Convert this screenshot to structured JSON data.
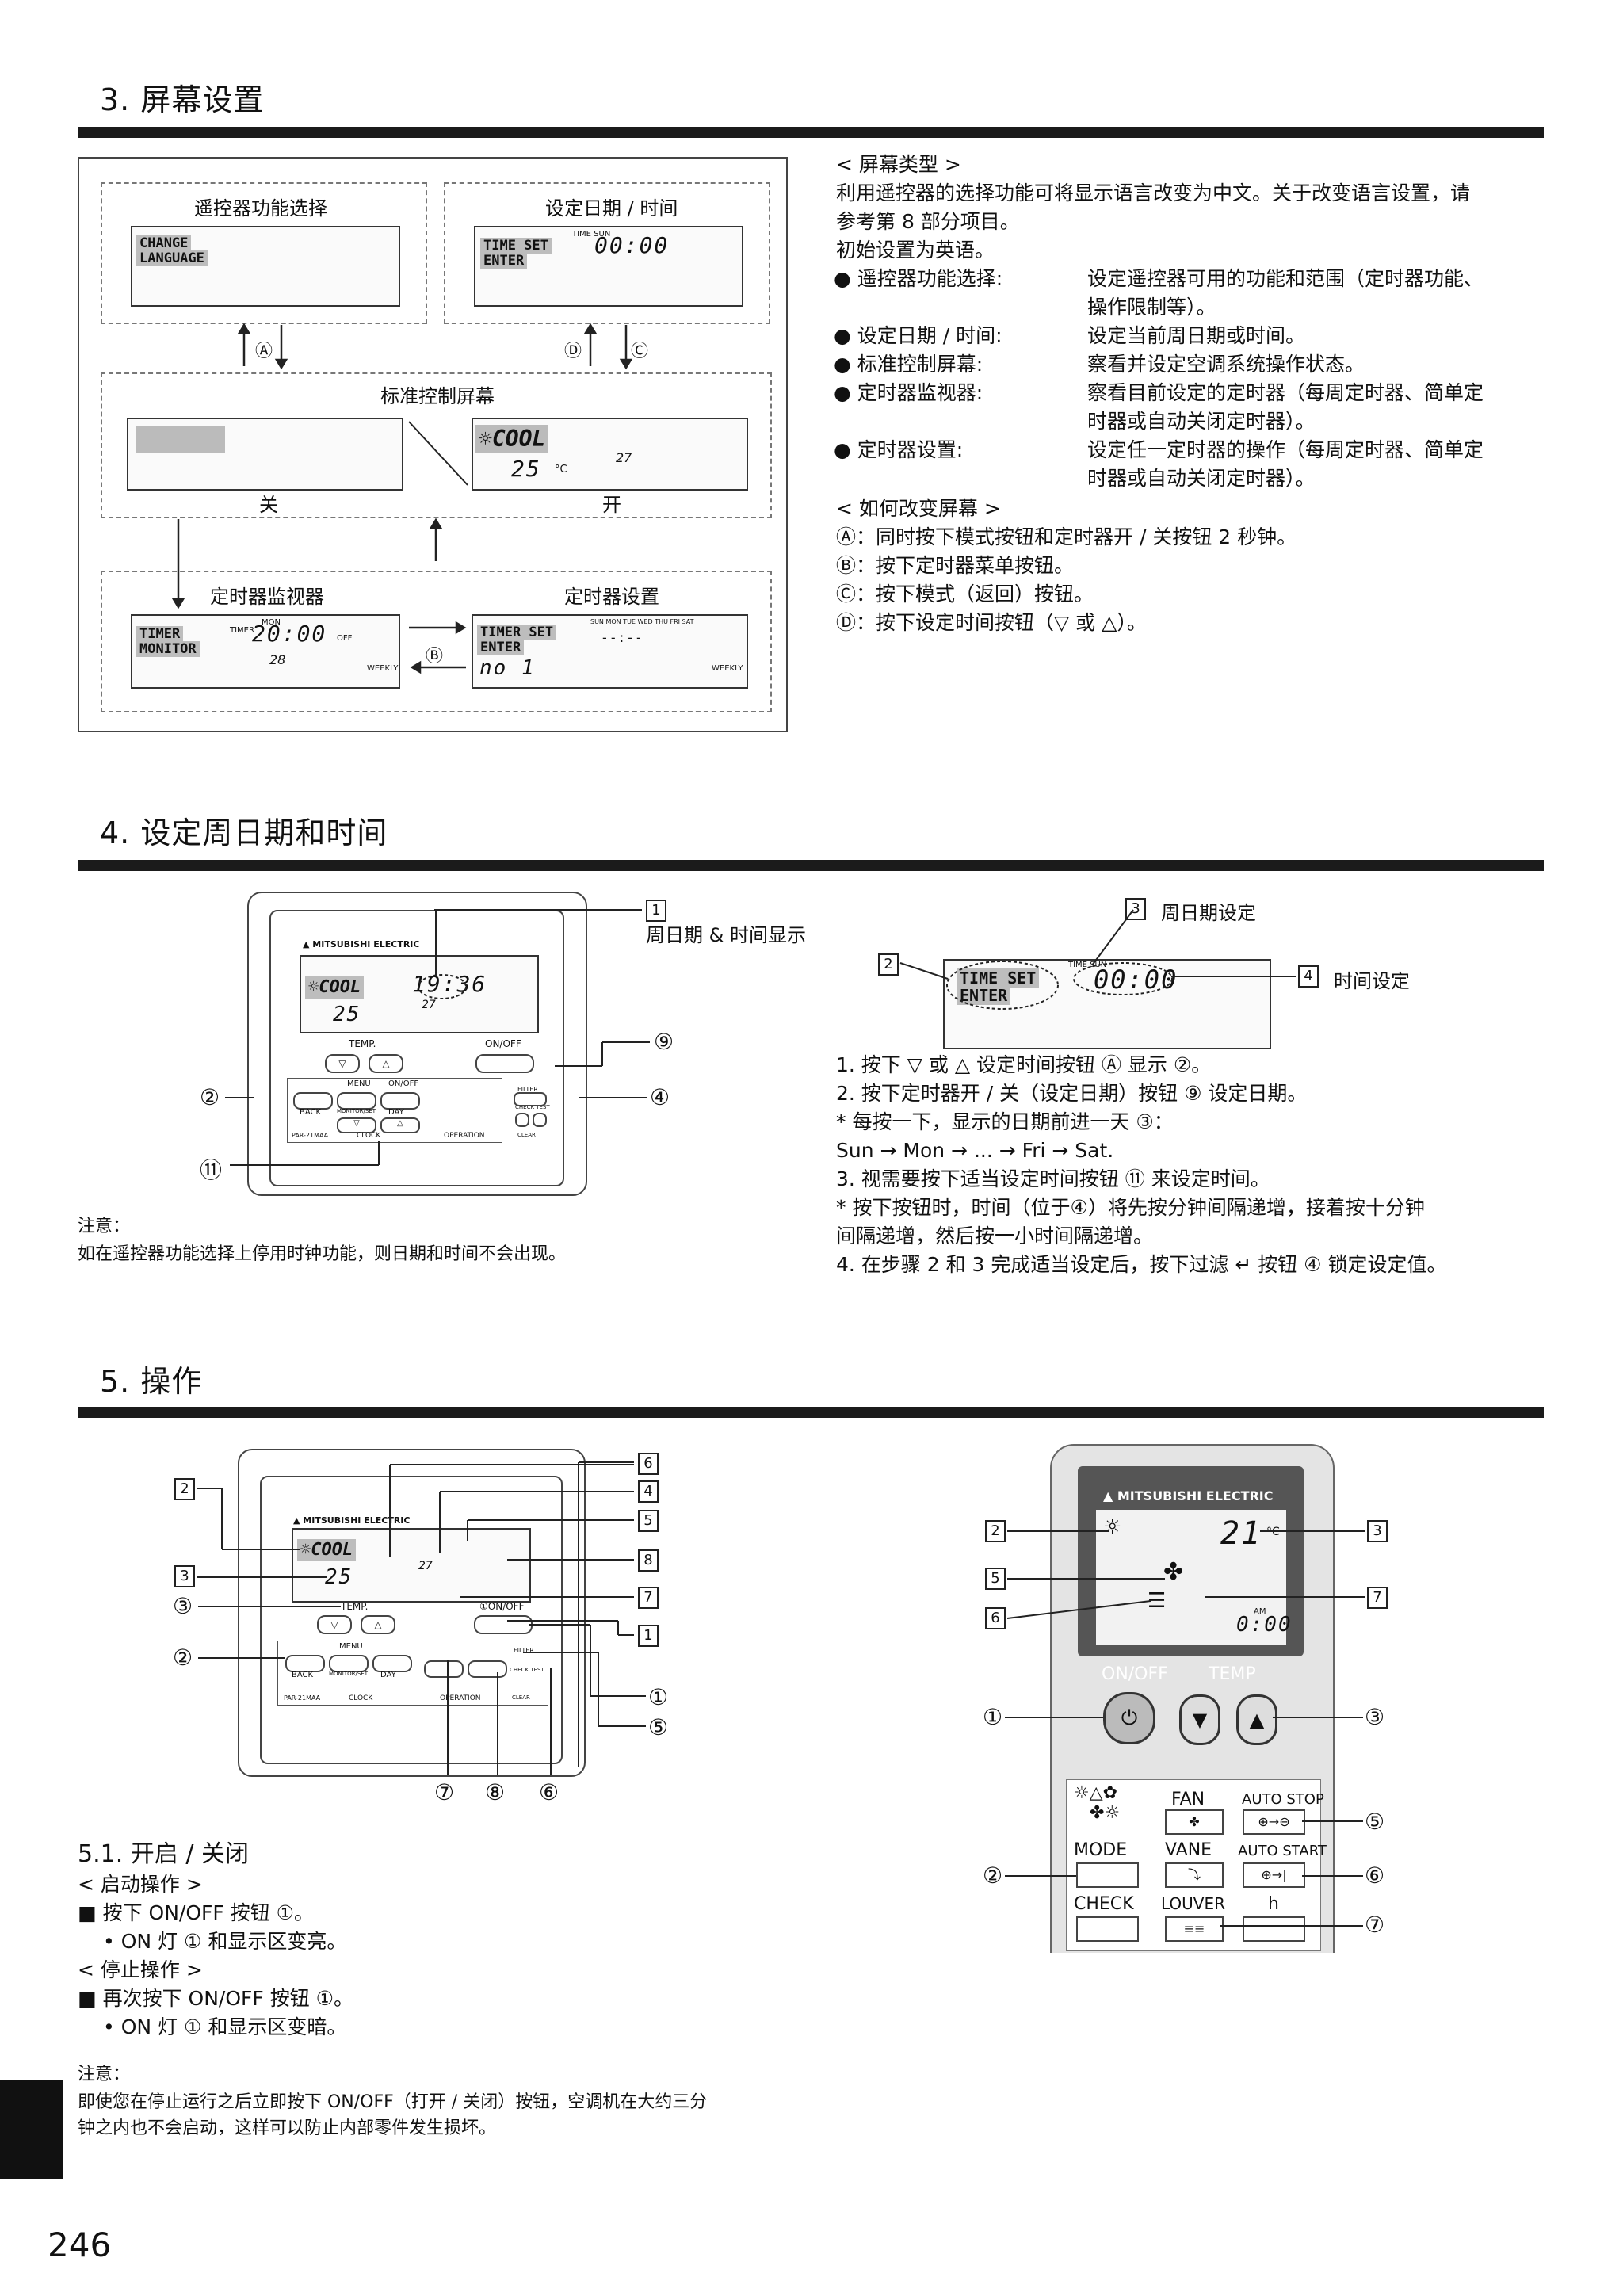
{
  "page_number": "246",
  "section3": {
    "title": "3. 屏幕设置",
    "diagram": {
      "func_select": "遥控器功能选择",
      "change_language": [
        "CHANGE",
        "LANGUAGE"
      ],
      "set_datetime": "设定日期 / 时间",
      "time_set": "TIME SET",
      "enter": "ENTER",
      "time_sun": "TIME SUN",
      "clock_time": "00:00",
      "standard_screen": "标准控制屏幕",
      "off_label": "关",
      "on_label": "开",
      "cool": "COOL",
      "temp": "25",
      "temp_unit": "°C",
      "room_temp": "27",
      "timer_monitor_title": "定时器监视器",
      "timer_setting_title": "定时器设置",
      "timer_monitor_lcd": [
        "TIMER",
        "MONITOR"
      ],
      "timer_small": "TIMER",
      "mon": "MON",
      "timer_time": "20:00",
      "off_small": "OFF",
      "timer_temp": "28",
      "weekly": "WEEKLY",
      "timer_set_lcd": "TIMER SET",
      "days": "SUN MON TUE WED THU FRI SAT",
      "dashes": "- - : - -",
      "no1": "no 1",
      "arrow_a": "Ⓐ",
      "arrow_b": "Ⓑ",
      "arrow_c": "Ⓒ",
      "arrow_d": "Ⓓ"
    },
    "screen_type_heading": "< 屏幕类型 >",
    "intro_lines": [
      "利用遥控器的选择功能可将显示语言改变为中文。关于改变语言设置，请",
      "参考第 8 部分项目。",
      "初始设置为英语。"
    ],
    "items": [
      {
        "term": "遥控器功能选择:",
        "desc": [
          "设定遥控器可用的功能和范围（定时器功能、",
          "操作限制等）。"
        ]
      },
      {
        "term": "设定日期 / 时间:",
        "desc": [
          "设定当前周日期或时间。"
        ]
      },
      {
        "term": "标准控制屏幕:",
        "desc": [
          "察看并设定空调系统操作状态。"
        ]
      },
      {
        "term": "定时器监视器:",
        "desc": [
          "察看目前设定的定时器（每周定时器、简单定",
          "时器或自动关闭定时器）。"
        ]
      },
      {
        "term": "定时器设置:",
        "desc": [
          "设定任一定时器的操作（每周定时器、简单定",
          "时器或自动关闭定时器）。"
        ]
      }
    ],
    "how_to_heading": "< 如何改变屏幕 >",
    "how_to_lines": [
      "Ⓐ：同时按下模式按钮和定时器开 / 关按钮 2 秒钟。",
      "Ⓑ：按下定时器菜单按钮。",
      "Ⓒ：按下模式（返回）按钮。",
      "Ⓓ：按下设定时间按钮（▽ 或 △）。"
    ]
  },
  "section4": {
    "title": "4. 设定周日期和时间",
    "brand": "MITSUBISHI ELECTRIC",
    "label1": "周日期 & 时间显示",
    "label3": "周日期设定",
    "label4": "时间设定",
    "display_time": "19:36",
    "cool": "COOL",
    "temp": "25",
    "room_temp": "27",
    "temp_btn": "TEMP.",
    "onoff_btn": "ON/OFF",
    "btn_row": [
      "BACK",
      "MONITOR/SET",
      "DAY"
    ],
    "menu": "MENU",
    "onoff_small": "ON/OFF",
    "clock": "CLOCK",
    "operation": "OPERATION",
    "filter": "FILTER",
    "check_test": "CHECK  TEST",
    "clear": "CLEAR",
    "model": "PAR-21MAA",
    "time_set": "TIME SET",
    "enter": "ENTER",
    "time_sun": "TIME SUN",
    "clock_time": "00:00",
    "note_title": "注意：",
    "note_text": "如在遥控器功能选择上停用时钟功能，则日期和时间不会出现。",
    "steps": [
      "1. 按下  ▽  或  △  设定时间按钮 Ⓐ 显示 ②。",
      "2. 按下定时器开 / 关（设定日期）按钮  ⑨  设定日期。",
      "   *  每按一下，显示的日期前进一天 ③：",
      "      Sun → Mon → ... → Fri → Sat.",
      "3. 视需要按下适当设定时间按钮 ⑪ 来设定时间。",
      "   *  按下按钮时，时间（位于④）将先按分钟间隔递增，接着按十分钟",
      "      间隔递增，然后按一小时间隔递增。",
      "4. 在步骤 2 和 3 完成适当设定后，按下过滤  ↵  按钮 ④ 锁定设定值。"
    ]
  },
  "section5": {
    "title": "5. 操作",
    "brand": "MITSUBISHI ELECTRIC",
    "cool": "COOL",
    "temp": "25",
    "room_temp": "27",
    "temp_btn": "TEMP.",
    "onoff_btn": "ON/OFF",
    "btn_row": [
      "BACK",
      "MONITOR/SET",
      "DAY"
    ],
    "menu": "MENU",
    "clock": "CLOCK",
    "operation": "OPERATION",
    "filter": "FILTER",
    "check_test": "CHECK  TEST",
    "clear": "CLEAR",
    "model": "PAR-21MAA",
    "sub_title": "5.1. 开启 / 关闭",
    "start_heading": "< 启动操作 >",
    "start_step": "■ 按下 ON/OFF 按钮 ①。",
    "start_sub": "•  ON 灯 ① 和显示区变亮。",
    "stop_heading": "< 停止操作 >",
    "stop_step": "■ 再次按下 ON/OFF 按钮 ①。",
    "stop_sub": "•  ON 灯 ① 和显示区变暗。",
    "note_title": "注意：",
    "note_lines": [
      "即使您在停止运行之后立即按下 ON/OFF（打开 / 关闭）按钮，空调机在大约三分",
      "钟之内也不会启动，这样可以防止内部零件发生损坏。"
    ],
    "remote": {
      "brand": "MITSUBISHI ELECTRIC",
      "temp": "21",
      "unit": "°C",
      "am": "AM",
      "time": "0:00",
      "onoff": "ON/OFF",
      "temp_label": "TEMP",
      "fan": "FAN",
      "auto_stop": "AUTO STOP",
      "mode": "MODE",
      "vane": "VANE",
      "auto_start": "AUTO START",
      "check": "CHECK",
      "louver": "LOUVER",
      "h": "h"
    }
  }
}
